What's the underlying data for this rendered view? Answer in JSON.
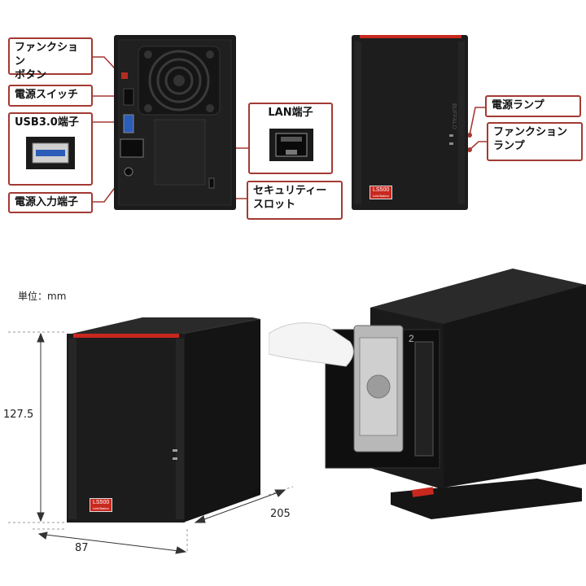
{
  "callouts": {
    "function_button": [
      "ファンクション",
      "ボタン"
    ],
    "power_switch": "電源スイッチ",
    "usb_port": "USB3.0端子",
    "power_input": "電源入力端子",
    "lan_port": "LAN端子",
    "security_slot": [
      "セキュリティー",
      "スロット"
    ],
    "power_lamp": "電源ランプ",
    "function_lamp": [
      "ファンクション",
      "ランプ"
    ]
  },
  "model_badge": "LS500",
  "badge_sub": "LinkStation",
  "brand_logo": "BUFFALO",
  "dimensions": {
    "unit_label": "単位：mm",
    "height": "127.5",
    "width": "87",
    "depth": "205"
  },
  "colors": {
    "callout_border": "#a33a33",
    "device_body": "#1b1b1b",
    "accent_red": "#c8281e"
  },
  "icons": [
    "fan-grille-icon",
    "usb-icon",
    "lan-port-icon",
    "hdd-icon",
    "hand-icon"
  ]
}
